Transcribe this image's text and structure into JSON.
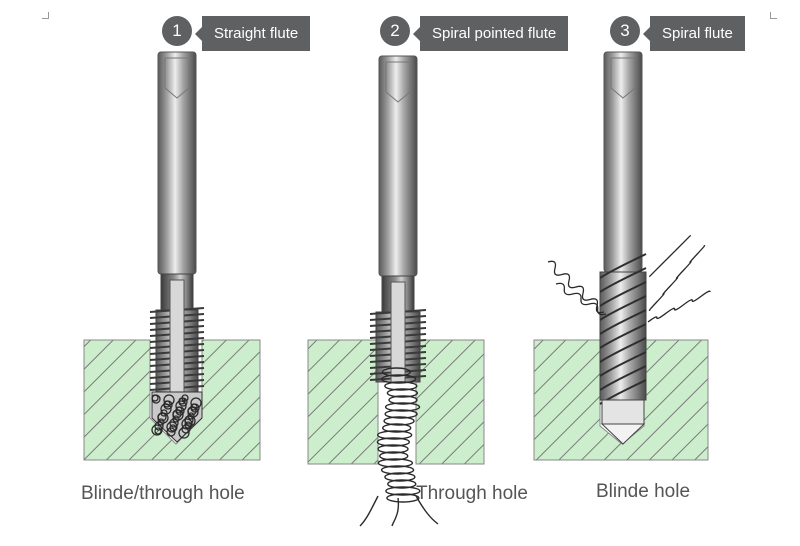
{
  "labels": [
    {
      "number": "1",
      "text": "Straight flute"
    },
    {
      "number": "2",
      "text": "Spiral pointed flute"
    },
    {
      "number": "3",
      "text": "Spiral flute"
    }
  ],
  "captions": [
    "Blinde/through hole",
    "Through hole",
    "Blinde hole"
  ],
  "colors": {
    "block_fill": "#cdeecd",
    "hatch": "#7a7a7a",
    "tag_bg": "#5f6062",
    "caption": "#555555"
  }
}
